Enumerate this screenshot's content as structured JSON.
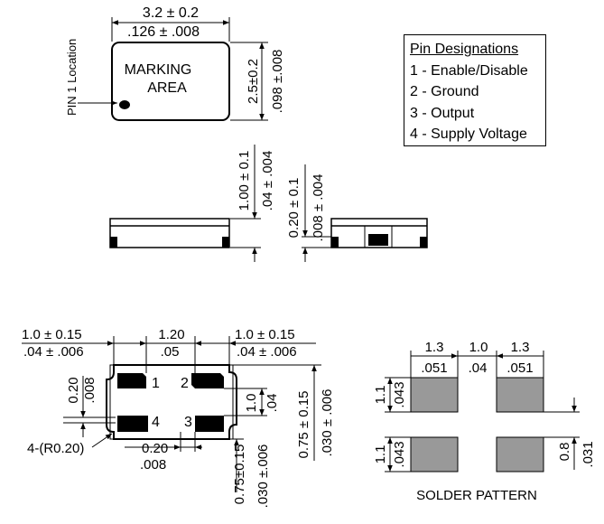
{
  "top_view": {
    "width_mm": "3.2 ± 0.2",
    "width_in": ".126 ± .008",
    "height_mm": "2.5±0.2",
    "height_in": ".098 ±.008",
    "marking_line1": "MARKING",
    "marking_line2": "AREA",
    "pin1_label": "PIN 1 Location"
  },
  "legend": {
    "title": "Pin Designations",
    "items": [
      "1 - Enable/Disable",
      "2 - Ground",
      "3 - Output",
      "4 - Supply Voltage"
    ]
  },
  "side_view": {
    "thickness_mm": "1.00 ± 0.1",
    "thickness_in": ".04 ± .004",
    "pad_mm": "0.20 ± 0.1",
    "pad_in": ".008 ± .004"
  },
  "bottom_view": {
    "left_mm": "1.0 ± 0.15",
    "left_in": ".04 ± .006",
    "center_mm": "1.20",
    "center_in": ".05",
    "right_mm": "1.0 ± 0.15",
    "right_in": ".04 ± .006",
    "gap_v_mm": "0.20",
    "gap_v_in": ".008",
    "pad_h_mm": "1.0",
    "pad_h_in": ".04",
    "edge_mm": "0.75 ± 0.15",
    "edge_in": ".030 ± .006",
    "radius_label": "4-(R0.20)",
    "gap_h_mm": "0.20",
    "gap_h_in": ".008",
    "bottom_mm": "0.75±0.15",
    "bottom_in": ".030 ±.006",
    "pin1": "1",
    "pin2": "2",
    "pin3": "3",
    "pin4": "4"
  },
  "solder_pattern": {
    "pad_w_mm": "1.3",
    "gap_mm": "1.0",
    "pad_w2_mm": "1.3",
    "pad_w_in": ".051",
    "gap_in": ".04",
    "pad_w2_in": ".051",
    "pad_h1_mm": "1.1",
    "pad_h1_in": ".043",
    "pad_h2_mm": "1.1",
    "pad_h2_in": ".043",
    "vgap_mm": "0.8",
    "vgap_in": ".031",
    "caption": "SOLDER PATTERN",
    "pad_color": "#999999"
  }
}
